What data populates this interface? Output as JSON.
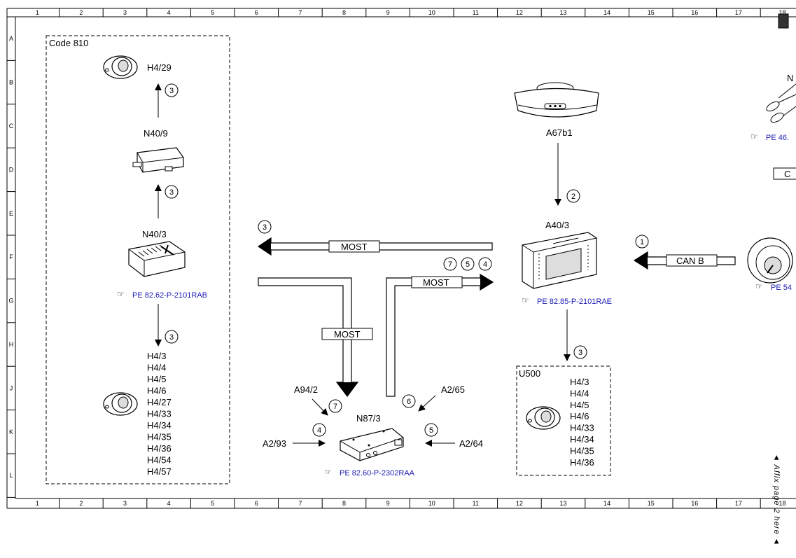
{
  "grid": {
    "columns": [
      "1",
      "2",
      "3",
      "4",
      "5",
      "6",
      "7",
      "8",
      "9",
      "10",
      "11",
      "12",
      "13",
      "14",
      "15",
      "16",
      "17",
      "18"
    ],
    "rows": [
      "A",
      "B",
      "C",
      "D",
      "E",
      "F",
      "G",
      "H",
      "J",
      "K",
      "L"
    ]
  },
  "group_box": {
    "label": "Code 810"
  },
  "left_column": {
    "speaker_top": "H4/29",
    "module_mid": "N40/9",
    "amplifier": "N40/3",
    "amplifier_ref": "PE 82.62-P-2101RAB",
    "speaker_list": [
      "H4/3",
      "H4/4",
      "H4/5",
      "H4/6",
      "H4/27",
      "H4/33",
      "H4/34",
      "H4/35",
      "H4/36",
      "H4/54",
      "H4/57"
    ]
  },
  "center": {
    "most_1": "MOST",
    "most_2": "MOST",
    "most_3": "MOST",
    "can_b": "CAN B",
    "a94_2": "A94/2",
    "a2_65": "A2/65",
    "a2_93": "A2/93",
    "a2_64": "A2/64",
    "n87_3": "N87/3",
    "n87_3_ref": "PE 82.60-P-2302RAA"
  },
  "right_side": {
    "mirror": "A67b1",
    "head_unit": "A40/3",
    "head_unit_ref": "PE 82.85-P-2101RAE",
    "u500_box": "U500",
    "u500_list": [
      "H4/3",
      "H4/4",
      "H4/5",
      "H4/6",
      "H4/33",
      "H4/34",
      "H4/35",
      "H4/36"
    ],
    "partial_ref_1": "PE 46.",
    "partial_ref_2": "PE 54",
    "partial_letter": "N",
    "partial_box": "C"
  },
  "numbers": {
    "n1": "1",
    "n2": "2",
    "n3": "3",
    "n4": "4",
    "n5": "5",
    "n6": "6",
    "n7": "7"
  },
  "affix_text": "◄ Affix page 2 here ◄"
}
